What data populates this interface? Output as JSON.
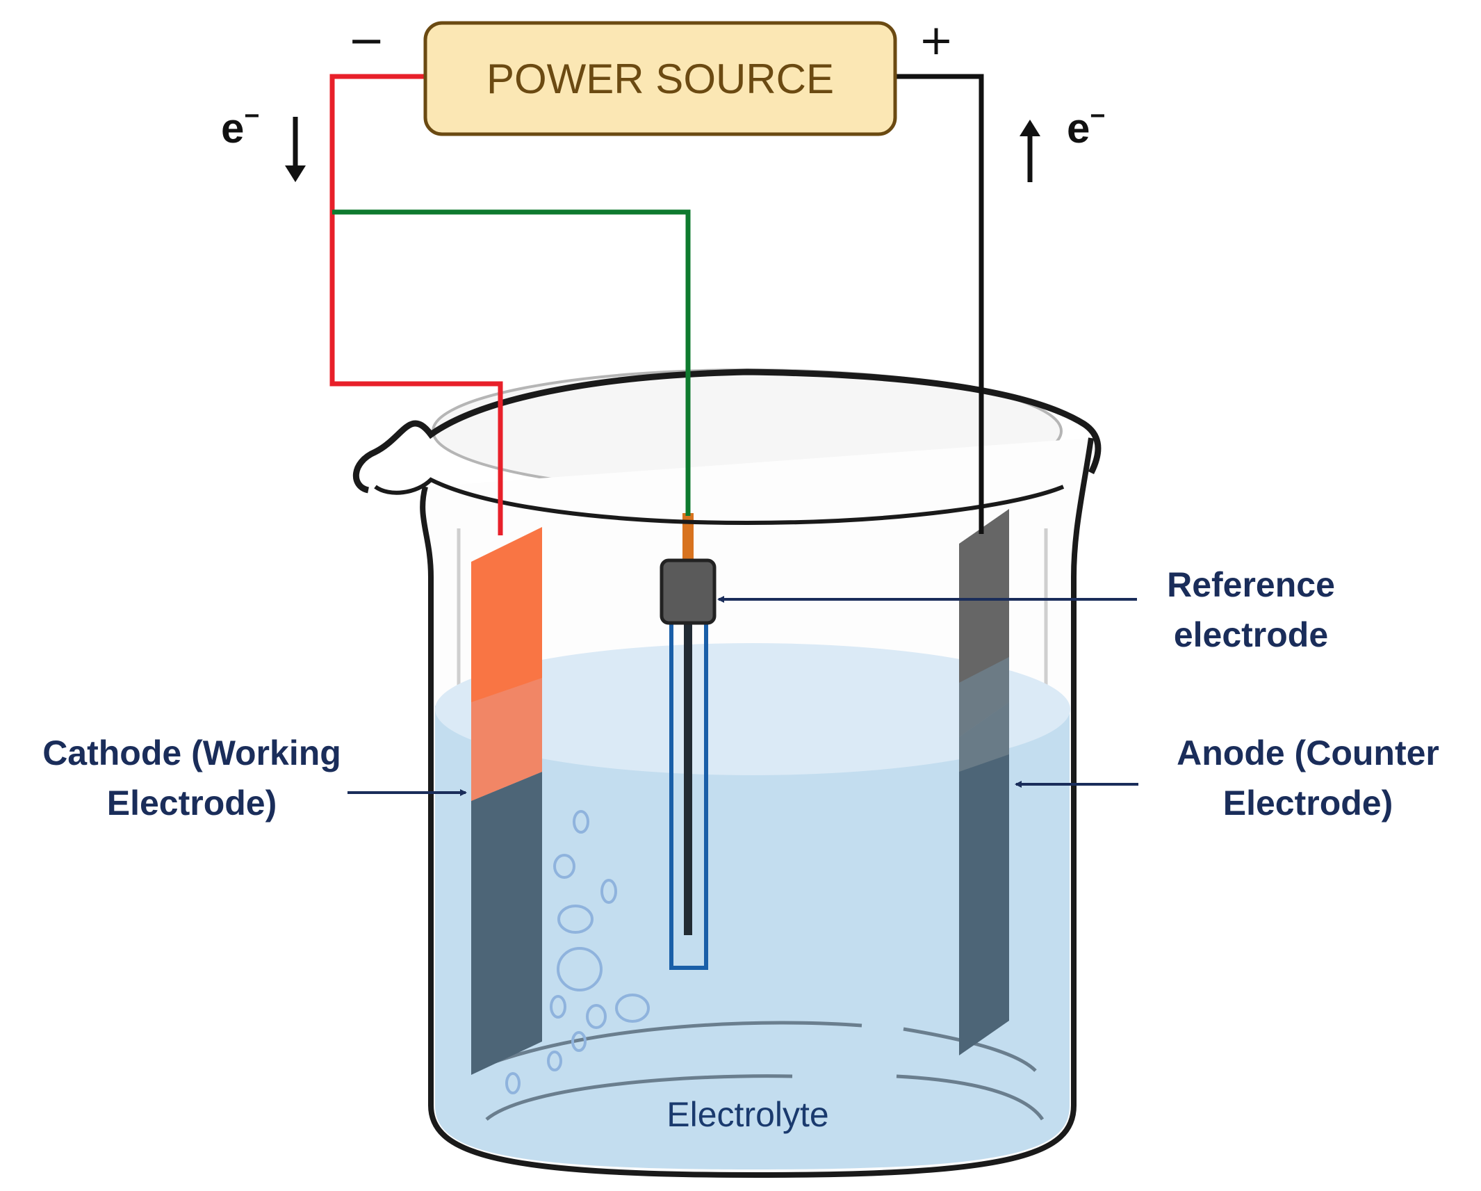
{
  "power_source": {
    "label": "POWER SOURCE"
  },
  "terminals": {
    "negative": "−",
    "positive": "+"
  },
  "electron_flow": {
    "left": "e",
    "right": "e",
    "superscript": "−"
  },
  "labels": {
    "reference_line1": "Reference",
    "reference_line2": "electrode",
    "cathode_line1": "Cathode (Working",
    "cathode_line2": "Electrode)",
    "anode_line1": "Anode (Counter",
    "anode_line2": "Electrode)",
    "electrolyte": "Electrolyte"
  },
  "colors": {
    "cathode_wire": "#e8202a",
    "reference_wire": "#0e7a2e",
    "anode_wire": "#111111",
    "cathode_metal": "#f97544",
    "electrode_submerged": "#4d6577",
    "anode_metal": "#666666",
    "electrolyte": "#c3ddef",
    "power_source_fill": "#fbe7b4",
    "label_navy": "#1a2d5a"
  }
}
